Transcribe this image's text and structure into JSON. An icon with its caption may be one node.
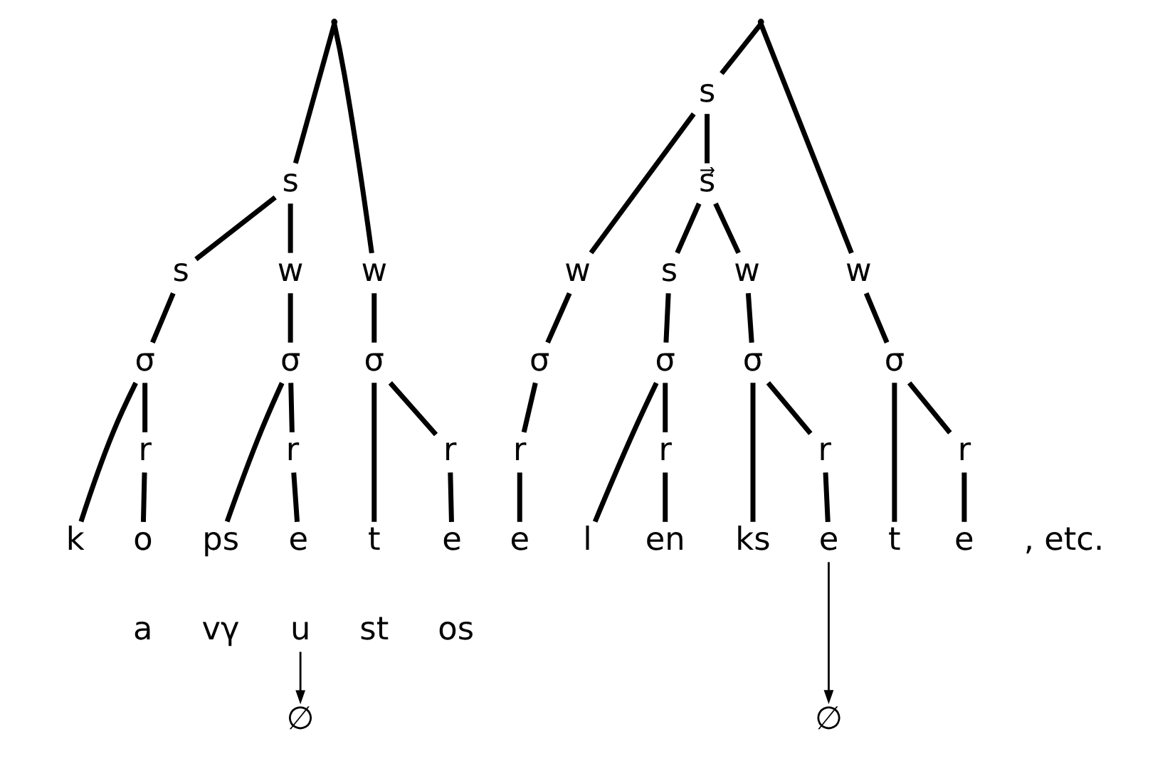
{
  "diagram": {
    "nodes": [
      {
        "text": [],
        "shape": "point"
      },
      {
        "text": [
          "s"
        ]
      },
      {
        "text": [
          "s"
        ]
      },
      {
        "text": [
          "w"
        ]
      },
      {
        "text": [
          "w"
        ]
      },
      {
        "text": [
          "σ"
        ]
      },
      {
        "text": [
          "σ"
        ]
      },
      {
        "text": [
          "σ"
        ]
      },
      {
        "text": [
          "r"
        ]
      },
      {
        "text": [
          "r"
        ]
      },
      {
        "text": [
          "r"
        ]
      },
      {
        "text": [
          "k"
        ]
      },
      {
        "text": [
          "o"
        ]
      },
      {
        "text": [
          "ps"
        ]
      },
      {
        "text": [
          "e"
        ]
      },
      {
        "text": [
          "t"
        ]
      },
      {
        "text": [
          "e"
        ]
      },
      {
        "text": [
          "u"
        ]
      },
      {
        "text": [
          "∅"
        ]
      },
      {
        "text": [],
        "shape": "point"
      },
      {
        "text": [
          "s"
        ]
      },
      {
        "text": [
          "s⃗"
        ]
      },
      {
        "text": [
          "w"
        ]
      },
      {
        "text": [
          "s"
        ]
      },
      {
        "text": [
          "w"
        ]
      },
      {
        "text": [
          "w"
        ]
      },
      {
        "text": [
          "σ"
        ]
      },
      {
        "text": [
          "σ"
        ]
      },
      {
        "text": [
          "σ"
        ]
      },
      {
        "text": [
          "σ"
        ]
      },
      {
        "text": [
          "r"
        ]
      },
      {
        "text": [
          "r"
        ]
      },
      {
        "text": [
          "r"
        ]
      },
      {
        "text": [
          "r"
        ]
      },
      {
        "text": [
          "e"
        ]
      },
      {
        "text": [
          "l"
        ]
      },
      {
        "text": [
          "en"
        ]
      },
      {
        "text": [
          "ks"
        ]
      },
      {
        "text": [
          "e"
        ]
      },
      {
        "text": [
          "t"
        ]
      },
      {
        "text": [
          "e"
        ]
      },
      {
        "text": [
          "∅"
        ]
      }
    ],
    "edges": [
      {
        "from": 0,
        "to": 1,
        "arrow": "none"
      },
      {
        "from": 0,
        "to": 4,
        "arrow": "none"
      },
      {
        "from": 1,
        "to": 2,
        "arrow": "none"
      },
      {
        "from": 1,
        "to": 3,
        "arrow": "none"
      },
      {
        "from": 2,
        "to": 5,
        "arrow": "none"
      },
      {
        "from": 3,
        "to": 6,
        "arrow": "none"
      },
      {
        "from": 4,
        "to": 7,
        "arrow": "none"
      },
      {
        "from": 5,
        "to": 11,
        "arrow": "none"
      },
      {
        "from": 5,
        "to": 8,
        "arrow": "none"
      },
      {
        "from": 8,
        "to": 12,
        "arrow": "none"
      },
      {
        "from": 6,
        "to": 13,
        "arrow": "none"
      },
      {
        "from": 6,
        "to": 9,
        "arrow": "none"
      },
      {
        "from": 9,
        "to": 14,
        "arrow": "none"
      },
      {
        "from": 7,
        "to": 15,
        "arrow": "none"
      },
      {
        "from": 7,
        "to": 10,
        "arrow": "none"
      },
      {
        "from": 10,
        "to": 16,
        "arrow": "none"
      },
      {
        "from": 17,
        "to": 18,
        "arrow": "to"
      },
      {
        "from": 19,
        "to": 20,
        "arrow": "none"
      },
      {
        "from": 19,
        "to": 25,
        "arrow": "none"
      },
      {
        "from": 20,
        "to": 22,
        "arrow": "none"
      },
      {
        "from": 20,
        "to": 21,
        "arrow": "none"
      },
      {
        "from": 21,
        "to": 23,
        "arrow": "none"
      },
      {
        "from": 21,
        "to": 24,
        "arrow": "none"
      },
      {
        "from": 22,
        "to": 26,
        "arrow": "none"
      },
      {
        "from": 23,
        "to": 27,
        "arrow": "none"
      },
      {
        "from": 24,
        "to": 28,
        "arrow": "none"
      },
      {
        "from": 25,
        "to": 29,
        "arrow": "none"
      },
      {
        "from": 26,
        "to": 30,
        "arrow": "none"
      },
      {
        "from": 30,
        "to": 34,
        "arrow": "none"
      },
      {
        "from": 27,
        "to": 35,
        "arrow": "none"
      },
      {
        "from": 27,
        "to": 31,
        "arrow": "none"
      },
      {
        "from": 31,
        "to": 36,
        "arrow": "none"
      },
      {
        "from": 28,
        "to": 37,
        "arrow": "none"
      },
      {
        "from": 28,
        "to": 32,
        "arrow": "none"
      },
      {
        "from": 32,
        "to": 38,
        "arrow": "none"
      },
      {
        "from": 29,
        "to": 39,
        "arrow": "none"
      },
      {
        "from": 29,
        "to": 33,
        "arrow": "none"
      },
      {
        "from": 33,
        "to": 40,
        "arrow": "none"
      },
      {
        "from": 38,
        "to": 41,
        "arrow": "to"
      }
    ],
    "labels": [
      ", etc.",
      "a",
      "vγ",
      "st",
      "os"
    ]
  }
}
